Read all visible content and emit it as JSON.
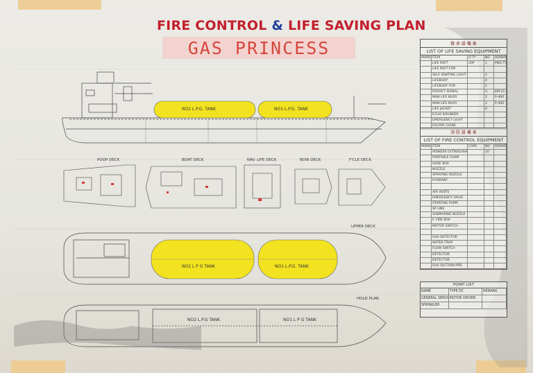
{
  "title": {
    "word1": "FIRE CONTROL",
    "amp": "&",
    "word2": "LIFE SAVING PLAN"
  },
  "ship_name": "GAS PRINCESS",
  "tanks": {
    "profile_no2": "NO2 L.P.G. TANK",
    "profile_no1": "NO1 L.P.G. TANK",
    "upper_no2": "NO2 L P G TANK",
    "upper_no1": "NO1 L.P.G. TANK",
    "hold_no2": "NO2 L.P.G TANK",
    "hold_no1": "NO1 L P G TANK"
  },
  "deck_labels": {
    "poop": "POOP DECK",
    "boat": "BOAT DECK",
    "nav": "NAV. LIFE DECK",
    "bow": "BOW DECK",
    "fcle": "F'CLE DECK",
    "upper": "UPPER DECK",
    "hold": "HOLD PLAN"
  },
  "life_saving": {
    "cjk": "救 命 設 備 表",
    "title": "LIST OF LIFE SAVING EQUIPMENT",
    "headers": [
      "MARKS",
      "ITEM",
      "Q'TY",
      "NO",
      "REMARK"
    ],
    "rows": [
      [
        "",
        "LIFE RAFT",
        "20P",
        "1",
        "PIKS TYPE"
      ],
      [
        "",
        "LIFE RAFT FOR",
        "",
        "",
        ""
      ],
      [
        "",
        "SELF IGNITING LIGHT",
        "",
        "2",
        ""
      ],
      [
        "",
        "LIFEBUOY",
        "",
        "4",
        ""
      ],
      [
        "",
        "LIFEBUOY FOR",
        "",
        "2",
        ""
      ],
      [
        "",
        "ROCKET SIGNAL",
        "",
        "3",
        "KM-21"
      ],
      [
        "",
        "MAN LIFE BUOY",
        "",
        "2",
        "P-400"
      ],
      [
        "",
        "MAN LIFE BUOY",
        "",
        "2",
        "P-400"
      ],
      [
        "",
        "LIFE JACKET",
        "",
        "8",
        ""
      ],
      [
        "",
        "ECHO SOUNDER",
        "",
        "",
        ""
      ],
      [
        "",
        "EMERGENCY LIGHT",
        "",
        "",
        ""
      ],
      [
        "",
        "ESCAPE GUIDE",
        "",
        "",
        ""
      ]
    ]
  },
  "fire_control": {
    "cjk": "消 防 設 備 表",
    "title": "LIST OF FIRE CONTROL EQUIPMENT",
    "headers": [
      "MARKS",
      "ITEM",
      "CAPA",
      "NO",
      "REMARK"
    ],
    "rows": [
      [
        "",
        "POWDER EXTINGUISHER",
        "",
        "10",
        ""
      ],
      [
        "",
        "PORTABLE FOAM",
        "",
        "",
        ""
      ],
      [
        "",
        "HOSE BOX",
        "",
        "",
        ""
      ],
      [
        "",
        "NOZZLE",
        "",
        "",
        ""
      ],
      [
        "",
        "SPRAYING NOZZLE",
        "",
        "",
        ""
      ],
      [
        "",
        "HYDRANT",
        "",
        "",
        ""
      ],
      [
        "",
        "",
        "",
        "",
        ""
      ],
      [
        "",
        "AIR VENTS",
        "",
        "",
        ""
      ],
      [
        "",
        "EMERGENCY VALVE",
        "",
        "",
        ""
      ],
      [
        "",
        "STARTING PUMP",
        "",
        "",
        ""
      ],
      [
        "",
        "SP LINE",
        "",
        "",
        ""
      ],
      [
        "",
        "SUBMARINE NOZZLE",
        "",
        "",
        ""
      ],
      [
        "",
        "F. FIRE BOX",
        "",
        "",
        ""
      ],
      [
        "",
        "MOTOR SWITCH",
        "",
        "",
        ""
      ],
      [
        "",
        "",
        "",
        "",
        ""
      ],
      [
        "",
        "GAS DETECTOR",
        "",
        "",
        ""
      ],
      [
        "",
        "WATER TRAP",
        "",
        "",
        ""
      ],
      [
        "",
        "FLOW SWITCH",
        "",
        "",
        ""
      ],
      [
        "",
        "DETECTOR",
        "",
        "",
        ""
      ],
      [
        "",
        "DETECTOR",
        "",
        "",
        ""
      ],
      [
        "",
        "GAS SUCTION PIPE",
        "",
        "",
        ""
      ]
    ]
  },
  "point_list": {
    "title": "POINT LIST",
    "rows": [
      [
        "NAME",
        "TYPE DC",
        "REMARK"
      ],
      [
        "GENERAL SERVICE",
        "MOTOR DRIVEN",
        ""
      ],
      [
        "SPRINKLER",
        "",
        ""
      ]
    ]
  },
  "colors": {
    "tank_yellow": "#f2e21f",
    "red_mark": "#d63a3a",
    "title_red": "#c21f2c",
    "title_blue": "#1f3f9a"
  }
}
